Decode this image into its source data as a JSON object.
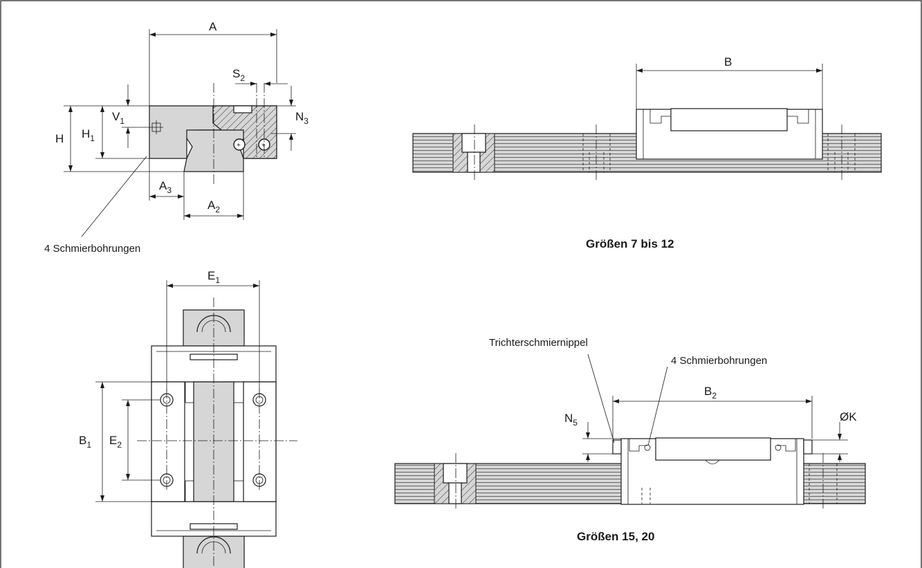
{
  "labels": {
    "A": "A",
    "S2_main": "S",
    "S2_sub": "2",
    "N3_main": "N",
    "N3_sub": "3",
    "V1_main": "V",
    "V1_sub": "1",
    "H": "H",
    "H1_main": "H",
    "H1_sub": "1",
    "A3_main": "A",
    "A3_sub": "3",
    "A2_main": "A",
    "A2_sub": "2",
    "E1_main": "E",
    "E1_sub": "1",
    "B1_main": "B",
    "B1_sub": "1",
    "E2_main": "E",
    "E2_sub": "2",
    "B": "B",
    "B2_main": "B",
    "B2_sub": "2",
    "N5_main": "N",
    "N5_sub": "5",
    "OK": "ØK"
  },
  "notes": {
    "lube_holes_left": "4 Schmierbohrungen",
    "lube_holes_right": "4 Schmierbohrungen",
    "grease_nipple": "Trichterschmiernippel"
  },
  "captions": {
    "sizes_small": "Größen 7 bis 12",
    "sizes_large": "Größen 15, 20"
  },
  "colors": {
    "line": "#1a1a1a",
    "fill_gray": "#d6d6d6",
    "background": "#ffffff"
  }
}
